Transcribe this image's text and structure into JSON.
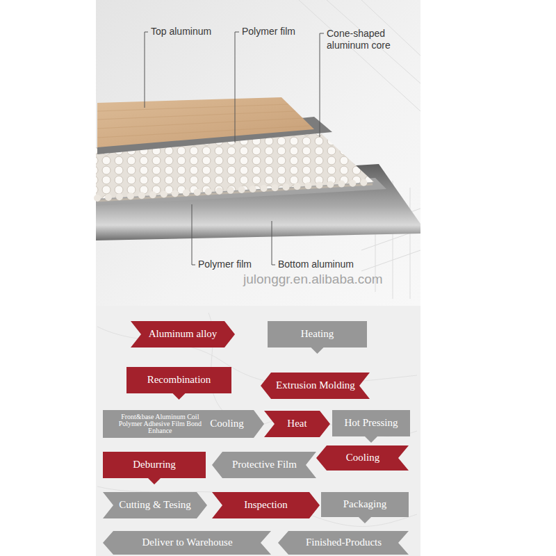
{
  "diagram": {
    "nodes": [
      {
        "text": [
          "Aluminum alloy"
        ]
      },
      {
        "text": [
          "Heating"
        ]
      },
      {
        "text": [
          "Recombination"
        ]
      },
      {
        "text": [
          "Extrusion Molding"
        ]
      },
      {
        "text": [
          "Front&base Aluminum Coil Polymer Adhesive Film Bond Enhance",
          "Cooling"
        ]
      },
      {
        "text": [
          "Heat"
        ]
      },
      {
        "text": [
          "Hot Pressing"
        ]
      },
      {
        "text": [
          "Deburring"
        ]
      },
      {
        "text": [
          "Protective Film"
        ]
      },
      {
        "text": [
          "Cooling"
        ]
      },
      {
        "text": [
          "Cutting & Tesing"
        ]
      },
      {
        "text": [
          "Inspection"
        ]
      },
      {
        "text": [
          "Packaging"
        ]
      },
      {
        "text": [
          "Deliver to Warehouse"
        ]
      },
      {
        "text": [
          "Finished-Products"
        ]
      }
    ],
    "labels": [
      "Top aluminum",
      "Polymer film",
      "Cone-shaped aluminum core",
      "Polymer film",
      "Bottom aluminum",
      "julonggr.en.alibaba.com"
    ]
  }
}
